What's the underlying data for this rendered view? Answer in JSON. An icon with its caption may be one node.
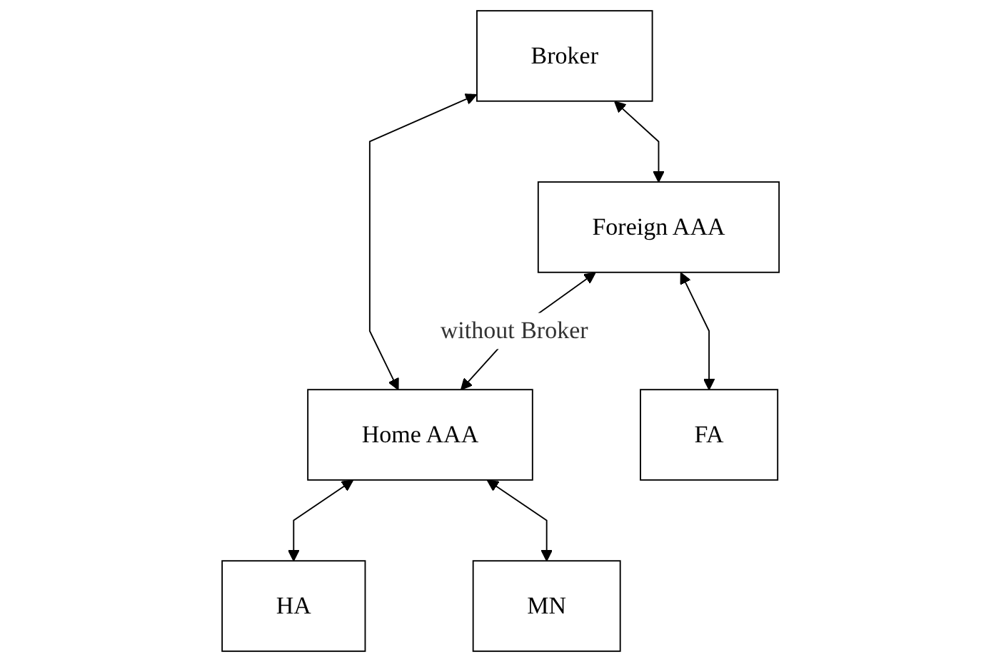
{
  "diagram": {
    "nodes": [
      {
        "text": [
          "Broker"
        ]
      },
      {
        "text": [
          "Foreign AAA"
        ]
      },
      {
        "text": [
          "Home AAA"
        ]
      },
      {
        "text": [
          "FA"
        ]
      },
      {
        "text": [
          "HA"
        ]
      },
      {
        "text": [
          "MN"
        ]
      }
    ],
    "edges": [
      {
        "from": 0,
        "to": 1,
        "arrow": "both"
      },
      {
        "from": 0,
        "to": 2,
        "arrow": "both"
      },
      {
        "from": 1,
        "to": 2,
        "arrow": "both",
        "label": "without Broker"
      },
      {
        "from": 1,
        "to": 3,
        "arrow": "both"
      },
      {
        "from": 2,
        "to": 4,
        "arrow": "both"
      },
      {
        "from": 2,
        "to": 5,
        "arrow": "both"
      }
    ]
  }
}
